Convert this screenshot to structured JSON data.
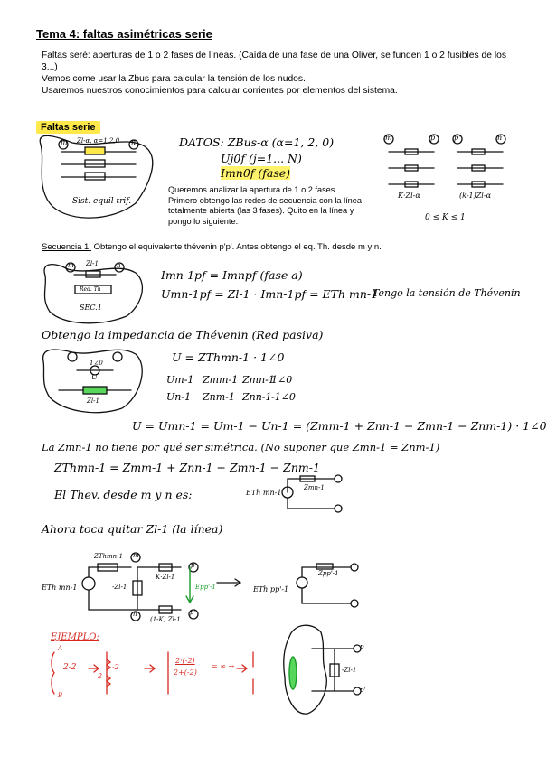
{
  "title": "Tema 4: faltas asimétricas serie",
  "intro": {
    "p1": "Faltas seré: aperturas de 1 o 2 fases de líneas. (Caída de una fase de una Oliver, se funden 1 o 2 fusibles de los 3...)",
    "p2": "Vemos come usar la Zbus para calcular la tensión de los nudos.",
    "p3": "Usaremos nuestros conocimientos para calcular corrientes por elementos del sistema."
  },
  "faltas_badge": "Faltas serie",
  "fig1": {
    "node_m": "m",
    "node_n": "n",
    "zlabel": "Zl-α, α=1,2,0",
    "caption": "Sist. equil trif."
  },
  "datos": {
    "line1": "DATOS:  ZBus-α  (α=1, 2, 0)",
    "line2": "Uj0f  (j=1... N)",
    "line3": "Imn0f  (fase)"
  },
  "fig2": {
    "m": "m",
    "n": "n",
    "p": "p",
    "pp": "p'",
    "lbl_left": "K·Zl-α",
    "lbl_right": "(k-1)Zl-α",
    "range": "0 ≤ K ≤ 1"
  },
  "analysis_note": "Queremos analizar la apertura de 1 o 2 fases. Primero obtengo las redes de secuencia con la línea totalmente abierta (las 3 fases). Quito en la línea y pongo lo siguiente.",
  "secuencia": {
    "label": "Secuencia 1.",
    "text": " Obtengo el equivalente thévenin p'p'. Antes obtengo el eq. Th. desde m y n."
  },
  "fig3": {
    "m": "m",
    "n": "n",
    "z": "Zl-1",
    "th": "Red. Th",
    "sec": "SEC.1"
  },
  "eq1": {
    "line1": "Imn-1pf = Imnpf  (fase a)",
    "line2": "Umn-1pf = Zl-1 · Imn-1pf = ETh mn-1",
    "aside": "Tengo la tensión de Thévenin"
  },
  "thevenin_heading": "Obtengo la impedancia de Thévenin (Red pasiva)",
  "fig4": {
    "u": "U",
    "one": "1∠0",
    "zl": "Zl-1"
  },
  "eq2": {
    "u_line": "U = ZThmn-1 · 1∠0",
    "mat_l1": "Um-1",
    "mat_l2": "Un-1",
    "mat_r11": "Zmm-1",
    "mat_r12": "Zmn-1",
    "mat_r21": "Znm-1",
    "mat_r22": "Znn-1",
    "vec1": "1∠0",
    "vec2": "-1∠0"
  },
  "eq3": "U = Umn-1 = Um-1 − Un-1 = (Zmm-1 + Znn-1 − Zmn-1 − Znm-1) · 1∠0",
  "note_sym": "La Zmn-1 no tiene por qué ser simétrica. (No suponer que Zmn-1 = Znm-1)",
  "eq4": "ZThmn-1 = Zmm-1 + Znn-1 − Zmn-1 − Znm-1",
  "thev_from": "El Thev. desde m y n es:",
  "fig5": {
    "e": "ETh mn-1",
    "z": "Zmn-1"
  },
  "quitar": "Ahora toca quitar Zl-1 (la línea)",
  "fig6": {
    "e": "ETh mn-1",
    "zth": "ZThmn-1",
    "m": "m",
    "n": "n",
    "p": "p",
    "pp": "p'",
    "neg_z": "-Zl-1",
    "kz": "K·Zl-1",
    "k1z": "(1-K) Zl-1",
    "epp": "Epp'-1"
  },
  "fig7": {
    "e": "ETh pp'-1",
    "z": "Zpp'-1"
  },
  "ejemplo": {
    "label": "EJEMPLO:",
    "a": "A",
    "b": "B",
    "s1": "2-2",
    "s2": "2",
    "s3": "-2",
    "frac_num": "2·(-2)",
    "frac_den": "2+(-2)",
    "result": "= ∞ →"
  },
  "fig8": {
    "p": "p",
    "pp": "p'",
    "z": "-Zl-1"
  }
}
